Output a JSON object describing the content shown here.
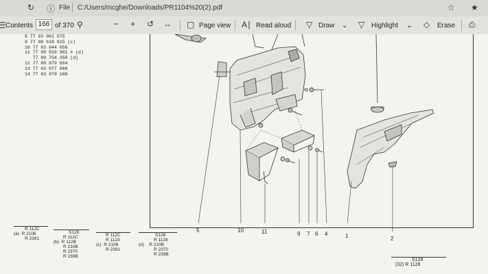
{
  "browser": {
    "file_label": "File",
    "url": "C:/Users/mcghe/Downloads/PR1104%20(2).pdf"
  },
  "toolbar": {
    "contents": "Contents",
    "page_number": "166",
    "page_total": "of 370",
    "page_view": "Page view",
    "read_aloud": "Read aloud",
    "draw": "Draw",
    "highlight": "Highlight",
    "erase": "Erase"
  },
  "parts_list": [
    "8 77 03 061 075",
    "8 77 00 618 915 (c)",
    "10 77 03 044 058",
    "11 77 00 819 901 ✝ (d)",
    "   77 00 754 350 (d)",
    "12 77 00 879 604",
    "13 77 03 077 008",
    "14 77 03 079 188"
  ],
  "callouts": [
    "5",
    "10",
    "11",
    "9",
    "7",
    "6",
    "4",
    "1",
    "2"
  ],
  "footnotes": {
    "a": {
      "label": "(a)",
      "rows": [
        "R 112C",
        "R 2106",
        "R 2391"
      ]
    },
    "b": {
      "label": "(b)",
      "head": "S128",
      "rows": [
        "R 112C",
        "R 112B",
        "R 210B",
        "R 2370",
        "R 239B"
      ]
    },
    "c": {
      "label": "(c)",
      "rows": [
        "R 112C",
        "R 1123",
        "R 2106",
        "R 2391"
      ]
    },
    "d": {
      "label": "(d)",
      "head": "S128",
      "rows": [
        "R 1128",
        "R 210B",
        "R 2370",
        "R 239B"
      ]
    },
    "e": {
      "head": "S128",
      "row": "(32) R 1128"
    }
  }
}
